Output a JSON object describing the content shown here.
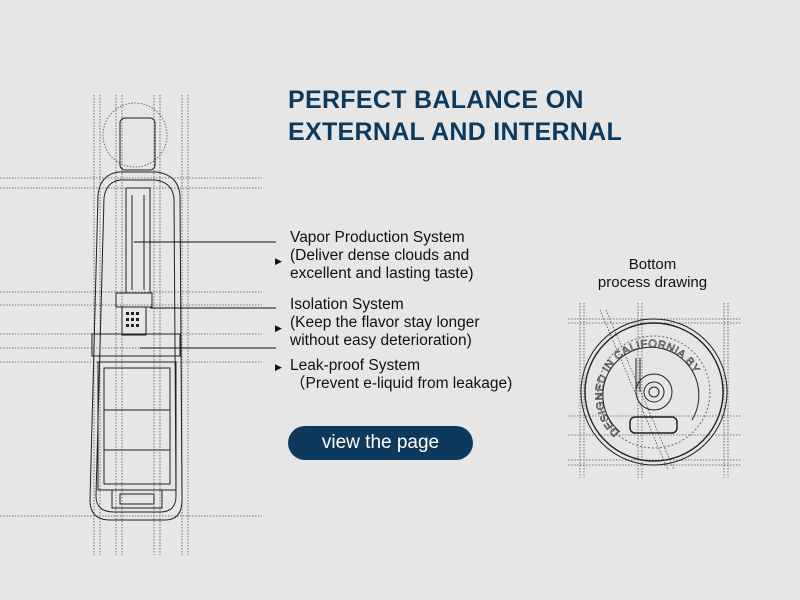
{
  "title": {
    "line1": "PERFECT BALANCE ON",
    "line2": "EXTERNAL AND INTERNAL"
  },
  "features": [
    {
      "name": "Vapor Production System",
      "desc1": "(Deliver dense clouds and",
      "desc2": "excellent and lasting taste)"
    },
    {
      "name": "Isolation System",
      "desc1": "(Keep the flavor stay longer",
      "desc2": "without easy deterioration)"
    },
    {
      "name": "Leak-proof System",
      "desc1": "（Prevent e-liquid from leakage)"
    }
  ],
  "button": {
    "label": "view the page"
  },
  "bottom_drawing": {
    "caption1": "Bottom",
    "caption2": "process drawing",
    "engraving": "DESIGNED IN CALIFORNIA BY"
  },
  "colors": {
    "accent": "#0d3a5c",
    "background": "#e6e6e6"
  }
}
